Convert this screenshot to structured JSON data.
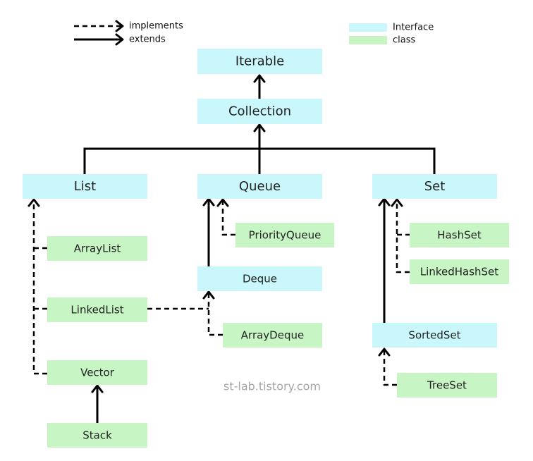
{
  "legend": {
    "implements_label": "implements",
    "extends_label": "extends",
    "interface_label": "Interface",
    "class_label": "class"
  },
  "colors": {
    "interface": "#c9f7fb",
    "class": "#c7f5c4",
    "line": "#000000",
    "watermark": "#a6a6a6"
  },
  "nodes": {
    "iterable": {
      "label": "Iterable",
      "kind": "interface"
    },
    "collection": {
      "label": "Collection",
      "kind": "interface"
    },
    "list": {
      "label": "List",
      "kind": "interface"
    },
    "queue": {
      "label": "Queue",
      "kind": "interface"
    },
    "set": {
      "label": "Set",
      "kind": "interface"
    },
    "arraylist": {
      "label": "ArrayList",
      "kind": "class"
    },
    "linkedlist": {
      "label": "LinkedList",
      "kind": "class"
    },
    "vector": {
      "label": "Vector",
      "kind": "class"
    },
    "stack": {
      "label": "Stack",
      "kind": "class"
    },
    "priorityqueue": {
      "label": "PriorityQueue",
      "kind": "class"
    },
    "deque": {
      "label": "Deque",
      "kind": "interface"
    },
    "arraydeque": {
      "label": "ArrayDeque",
      "kind": "class"
    },
    "hashset": {
      "label": "HashSet",
      "kind": "class"
    },
    "linkedhashset": {
      "label": "LinkedHashSet",
      "kind": "class"
    },
    "sortedset": {
      "label": "SortedSet",
      "kind": "interface"
    },
    "treeset": {
      "label": "TreeSet",
      "kind": "class"
    }
  },
  "edges": [
    {
      "from": "Collection",
      "to": "Iterable",
      "type": "extends"
    },
    {
      "from": "List",
      "to": "Collection",
      "type": "extends"
    },
    {
      "from": "Queue",
      "to": "Collection",
      "type": "extends"
    },
    {
      "from": "Set",
      "to": "Collection",
      "type": "extends"
    },
    {
      "from": "ArrayList",
      "to": "List",
      "type": "implements"
    },
    {
      "from": "LinkedList",
      "to": "List",
      "type": "implements"
    },
    {
      "from": "Vector",
      "to": "List",
      "type": "implements"
    },
    {
      "from": "Stack",
      "to": "Vector",
      "type": "extends"
    },
    {
      "from": "PriorityQueue",
      "to": "Queue",
      "type": "implements"
    },
    {
      "from": "Deque",
      "to": "Queue",
      "type": "extends"
    },
    {
      "from": "LinkedList",
      "to": "Deque",
      "type": "implements"
    },
    {
      "from": "ArrayDeque",
      "to": "Deque",
      "type": "implements"
    },
    {
      "from": "HashSet",
      "to": "Set",
      "type": "implements"
    },
    {
      "from": "LinkedHashSet",
      "to": "Set",
      "type": "implements"
    },
    {
      "from": "SortedSet",
      "to": "Set",
      "type": "extends"
    },
    {
      "from": "TreeSet",
      "to": "SortedSet",
      "type": "implements"
    }
  ],
  "watermark": "st-lab.tistory.com"
}
